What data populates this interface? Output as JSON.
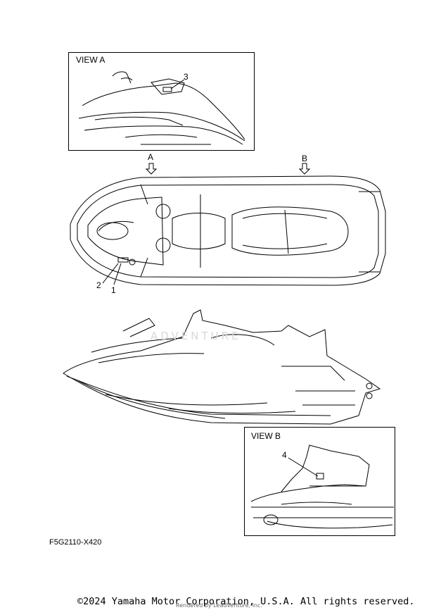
{
  "views": {
    "view_a_title": "VIEW A",
    "view_b_title": "VIEW B"
  },
  "arrows": {
    "a": "A",
    "b": "B"
  },
  "callouts": {
    "c1": "1",
    "c2": "2",
    "c3": "3",
    "c4": "4"
  },
  "diagram_code": "F5G2110-X420",
  "watermark": "ADVENTURE",
  "footer": {
    "copyright": "©2024 Yamaha Motor Corporation, U.S.A. All rights reserved.",
    "rendered_by": "Rendered by LeadVenture, Inc."
  }
}
